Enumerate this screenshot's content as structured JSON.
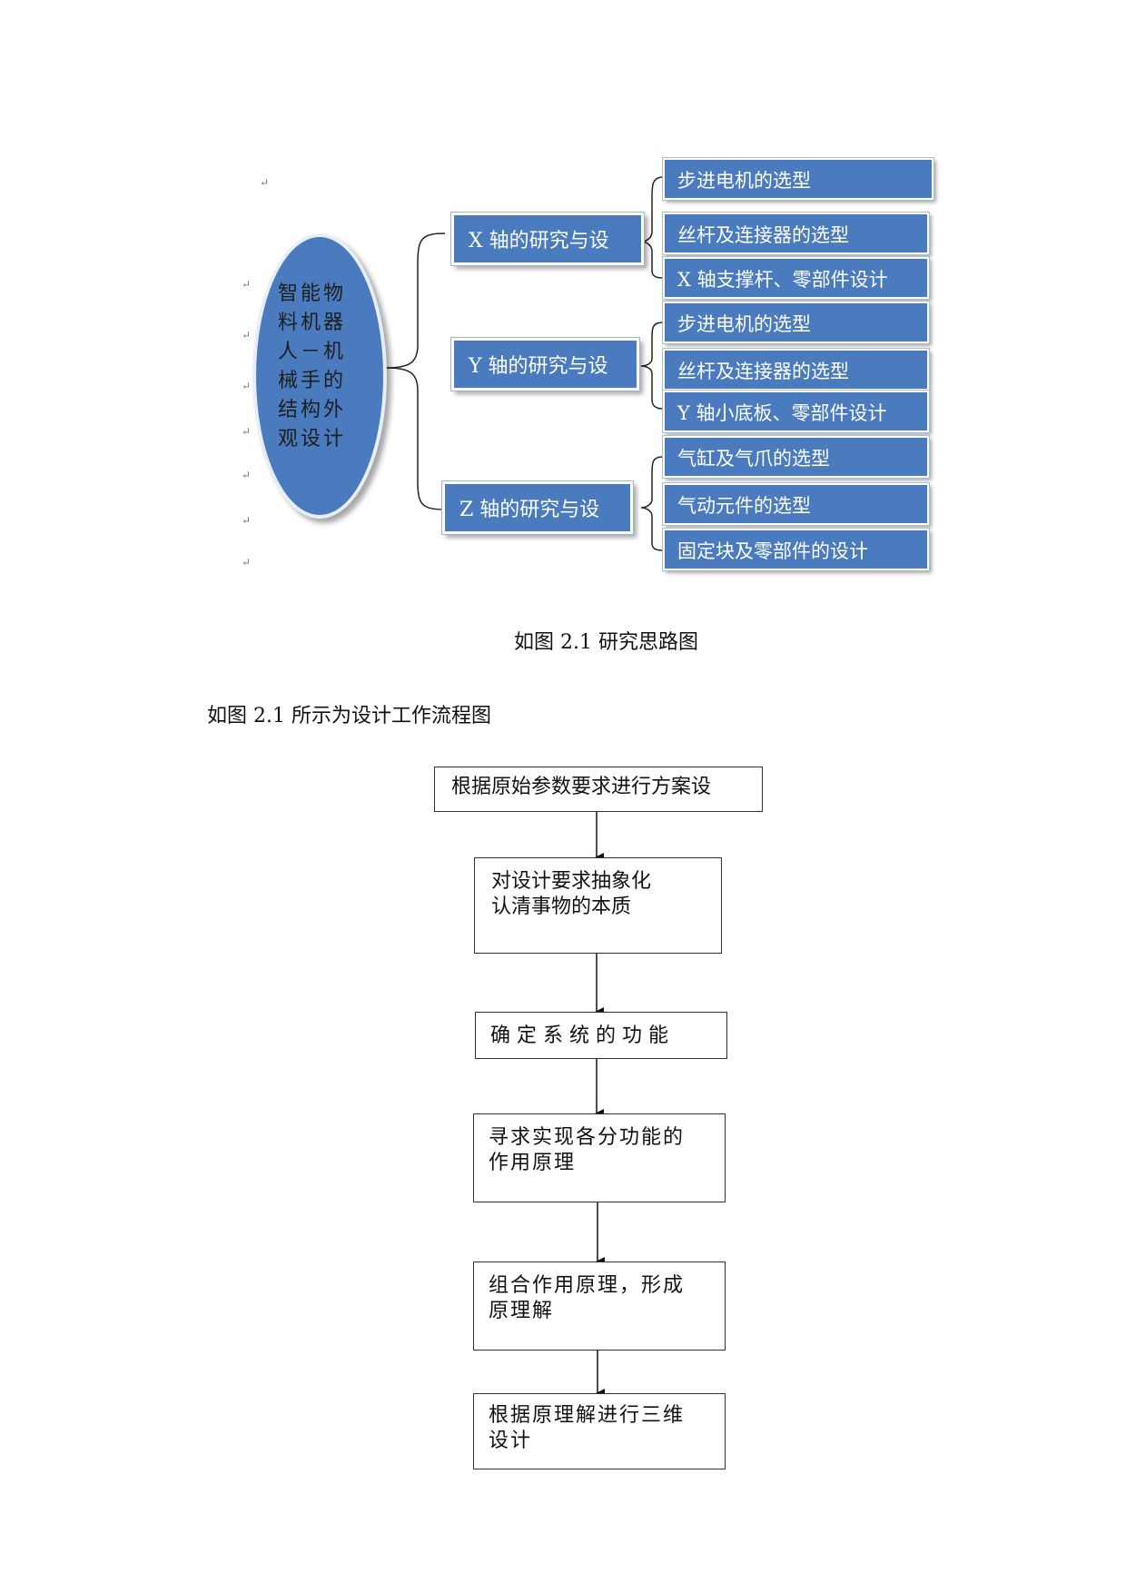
{
  "mindmap": {
    "root": "智能物料机器人－机械手的结构外观设计",
    "axes": [
      {
        "label": "X 轴的研究与设",
        "children": [
          "步进电机的选型",
          "丝杆及连接器的选型",
          "X 轴支撑杆、零部件设计"
        ]
      },
      {
        "label": "Y 轴的研究与设",
        "children": [
          "步进电机的选型",
          "丝杆及连接器的选型",
          "Y 轴小底板、零部件设计"
        ]
      },
      {
        "label": "Z 轴的研究与设",
        "children": [
          "气缸及气爪的选型",
          "气动元件的选型",
          "固定块及零部件的设计"
        ]
      }
    ],
    "caption": "如图 2.1 研究思路图"
  },
  "intro_text": "如图 2.1 所示为设计工作流程图",
  "flow": {
    "steps": [
      {
        "line1": "根据原始参数要求进行方案设",
        "line2": ""
      },
      {
        "line1": "对设计要求抽象化",
        "line2": "认清事物的本质"
      },
      {
        "line1": "确 定 系 统 的 功 能",
        "line2": ""
      },
      {
        "line1": "寻求实现各分功能的",
        "line2": "作用原理"
      },
      {
        "line1": "组合作用原理，形成",
        "line2": "原理解"
      },
      {
        "line1": "根据原理解进行三维",
        "line2": "设计"
      }
    ]
  },
  "colors": {
    "node_fill": "#4a7bbf",
    "node_text": "#ffffff",
    "line": "#222222"
  }
}
